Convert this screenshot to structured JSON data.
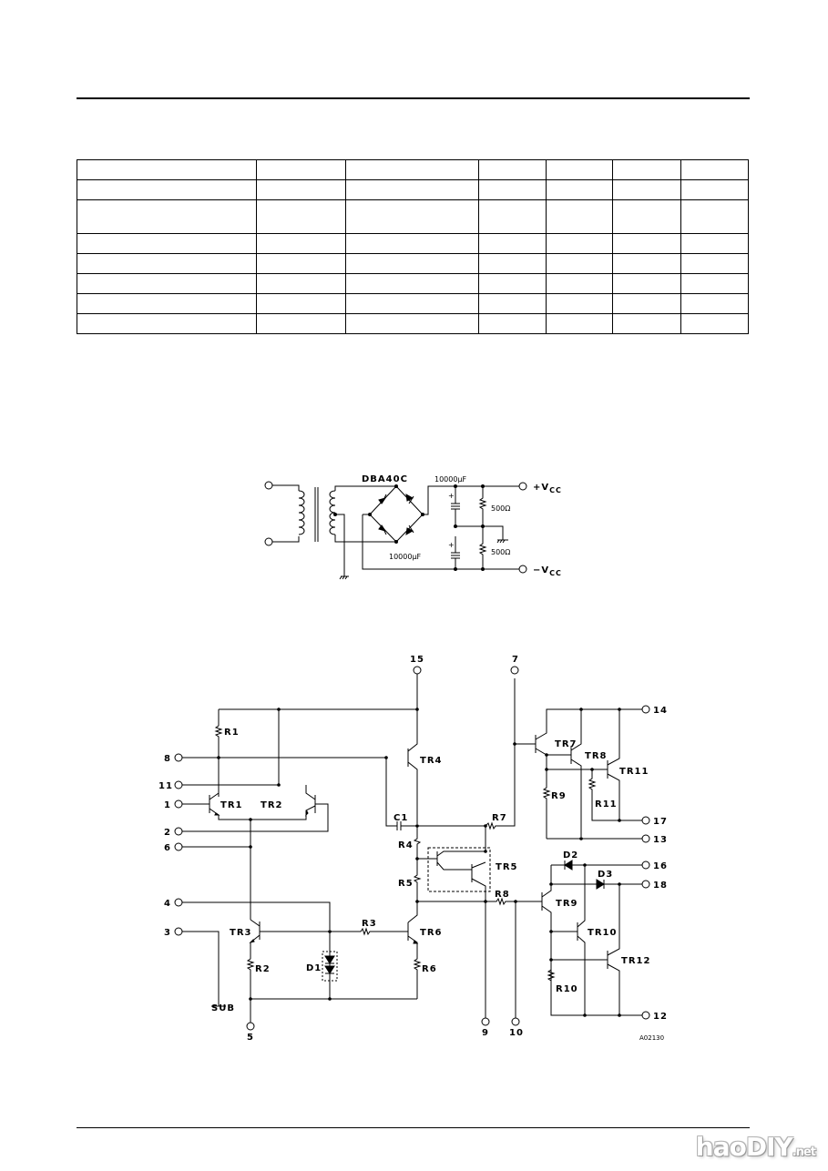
{
  "document": {
    "table": {
      "columns": 7,
      "rows": [
        [
          "",
          "",
          "",
          "",
          "",
          "",
          ""
        ],
        [
          "",
          "",
          "",
          "",
          "",
          "",
          ""
        ],
        [
          "",
          "",
          "",
          "",
          "",
          "",
          ""
        ],
        [
          "",
          "",
          "",
          "",
          "",
          "",
          ""
        ],
        [
          "",
          "",
          "",
          "",
          "",
          "",
          ""
        ],
        [
          "",
          "",
          "",
          "",
          "",
          "",
          ""
        ],
        [
          "",
          "",
          "",
          "",
          "",
          "",
          ""
        ],
        [
          "",
          "",
          "",
          "",
          "",
          "",
          ""
        ]
      ]
    },
    "power_supply": {
      "bridge_label": "DBA40C",
      "cap_top": "10000µF",
      "cap_bottom": "10000µF",
      "res_top": "500Ω",
      "res_bottom": "500Ω",
      "vcc_pos": "+V",
      "vcc_neg": "−V",
      "vcc_sub": "CC"
    },
    "schematic": {
      "pins": {
        "p15": "15",
        "p7": "7",
        "p14": "14",
        "p8": "8",
        "p11": "11",
        "p1": "1",
        "p2": "2",
        "p6": "6",
        "p4": "4",
        "p3": "3",
        "p5": "5",
        "p9": "9",
        "p10": "10",
        "p17": "17",
        "p13": "13",
        "p16": "16",
        "p18": "18",
        "p12": "12"
      },
      "components": {
        "R1": "R1",
        "R2": "R2",
        "R3": "R3",
        "R4": "R4",
        "R5": "R5",
        "R6": "R6",
        "R7": "R7",
        "R8": "R8",
        "R9": "R9",
        "R10": "R10",
        "R11": "R11",
        "TR1": "TR1",
        "TR2": "TR2",
        "TR3": "TR3",
        "TR4": "TR4",
        "TR5": "TR5",
        "TR6": "TR6",
        "TR7": "TR7",
        "TR8": "TR8",
        "TR9": "TR9",
        "TR10": "TR10",
        "TR11": "TR11",
        "TR12": "TR12",
        "C1": "C1",
        "D1": "D1",
        "D2": "D2",
        "D3": "D3",
        "SUB": "SUB"
      },
      "figure_code": "A02130"
    },
    "watermark": {
      "main": "haoDIY",
      "suffix": ".net"
    }
  }
}
